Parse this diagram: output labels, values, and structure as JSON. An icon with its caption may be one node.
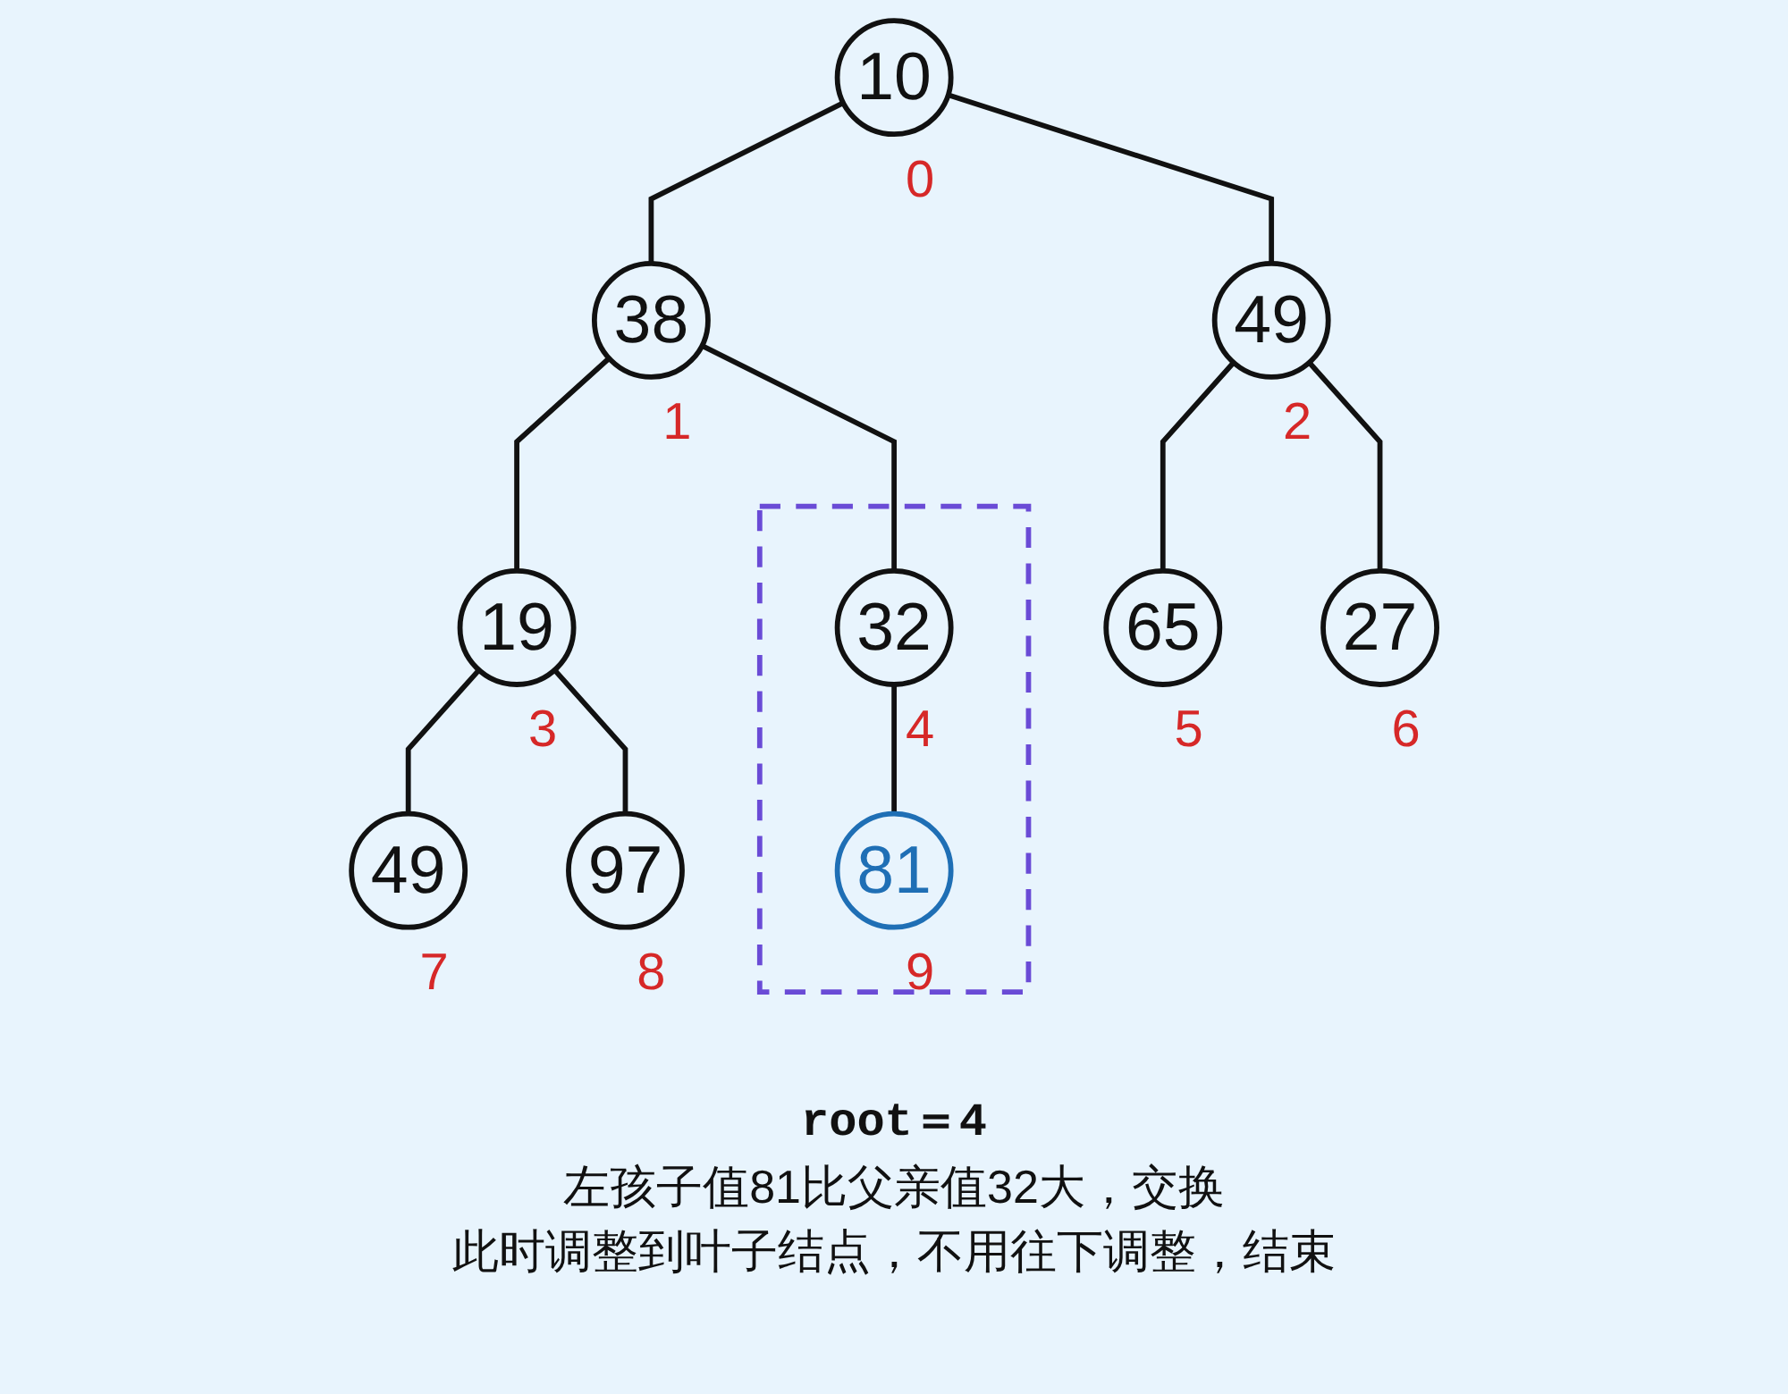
{
  "diagram": {
    "nodes": [
      {
        "text": [
          "10"
        ],
        "beside": [
          "0"
        ]
      },
      {
        "text": [
          "38"
        ],
        "beside": [
          "1"
        ]
      },
      {
        "text": [
          "49"
        ],
        "beside": [
          "2"
        ]
      },
      {
        "text": [
          "19"
        ],
        "beside": [
          "3"
        ]
      },
      {
        "text": [],
        "shape": "box"
      },
      {
        "text": [
          "32"
        ],
        "beside": [
          "4"
        ],
        "in": 4
      },
      {
        "text": [
          "65"
        ],
        "beside": [
          "5"
        ]
      },
      {
        "text": [
          "27"
        ],
        "beside": [
          "6"
        ]
      },
      {
        "text": [
          "49"
        ],
        "beside": [
          "7"
        ]
      },
      {
        "text": [
          "97"
        ],
        "beside": [
          "8"
        ]
      },
      {
        "text": [
          "81"
        ],
        "beside": [
          "9"
        ],
        "in": 4
      }
    ],
    "edges": [
      {
        "from": 0,
        "to": 1,
        "arrow": "none"
      },
      {
        "from": 0,
        "to": 2,
        "arrow": "none"
      },
      {
        "from": 1,
        "to": 3,
        "arrow": "none"
      },
      {
        "from": 1,
        "to": 5,
        "arrow": "none"
      },
      {
        "from": 2,
        "to": 6,
        "arrow": "none"
      },
      {
        "from": 2,
        "to": 7,
        "arrow": "none"
      },
      {
        "from": 3,
        "to": 8,
        "arrow": "none"
      },
      {
        "from": 3,
        "to": 9,
        "arrow": "none"
      },
      {
        "from": 5,
        "to": 10,
        "arrow": "none"
      }
    ],
    "labels": [
      "root＝4",
      "左孩子值81比父亲值32大，交换",
      "此时调整到叶子结点，不用往下调整，结束"
    ]
  }
}
